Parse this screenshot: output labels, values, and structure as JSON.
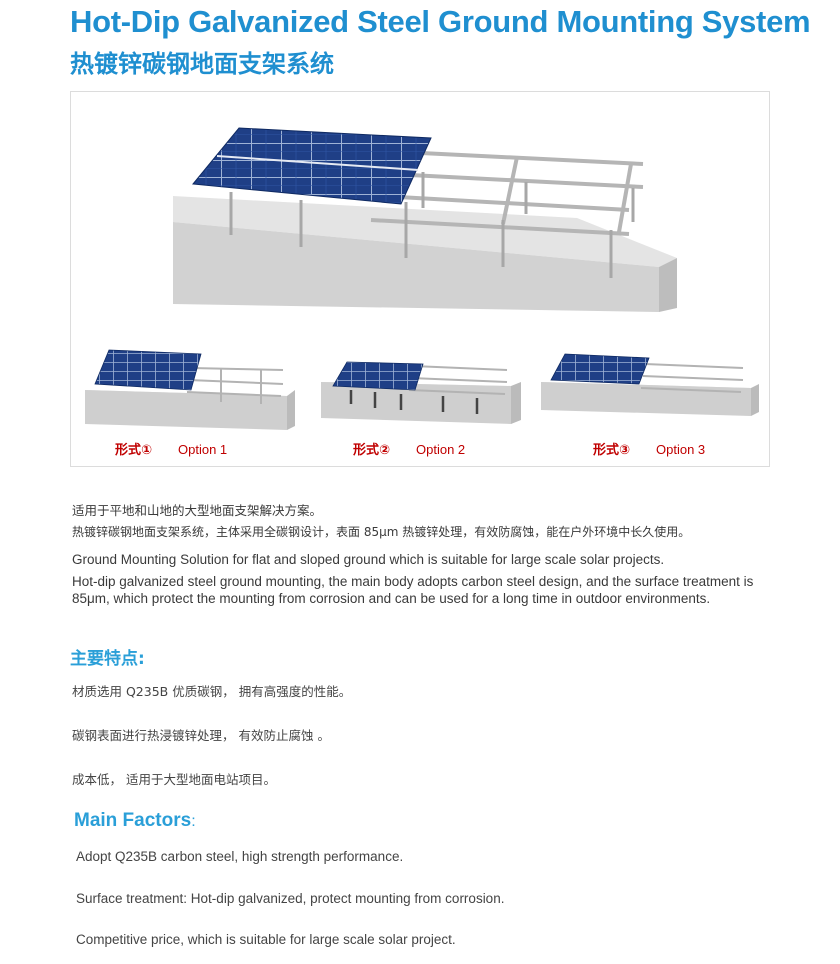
{
  "title": {
    "en": "Hot-Dip Galvanized Steel Ground Mounting System",
    "zh": "热镀锌碳钢地面支架系统"
  },
  "figure": {
    "options": [
      {
        "zh": "形式①",
        "en": "Option 1"
      },
      {
        "zh": "形式②",
        "en": "Option 2"
      },
      {
        "zh": "形式③",
        "en": "Option 3"
      }
    ],
    "colors": {
      "panel": "#1f3f86",
      "panel_grid": "#9fb3d6",
      "base": "#d4d4d4",
      "rail": "#b9b9b9"
    }
  },
  "description": {
    "zh_line1": "适用于平地和山地的大型地面支架解决方案。",
    "zh_line2": "热镀锌碳钢地面支架系统，主体采用全碳钢设计，表面 85μm 热镀锌处理，有效防腐蚀，能在户外环境中长久使用。",
    "en_line1": "Ground Mounting Solution for flat and sloped ground which is suitable for large scale solar projects.",
    "en_line2": "Hot-dip galvanized steel ground mounting, the main body adopts carbon steel design, and the surface treatment is 85μm, which protect the mounting from corrosion and can be used for a long time in outdoor environments."
  },
  "features_zh": {
    "heading": "主要特点:",
    "items": [
      "材质选用 Q235B 优质碳钢， 拥有高强度的性能。",
      "碳钢表面进行热浸镀锌处理， 有效防止腐蚀 。",
      "成本低， 适用于大型地面电站项目。"
    ]
  },
  "features_en": {
    "heading": "Main Factors",
    "heading_suffix": ":",
    "items": [
      "Adopt Q235B carbon steel, high strength performance.",
      "Surface treatment: Hot-dip galvanized, protect mounting from corrosion.",
      "Competitive price, which is suitable for large scale solar project."
    ]
  }
}
